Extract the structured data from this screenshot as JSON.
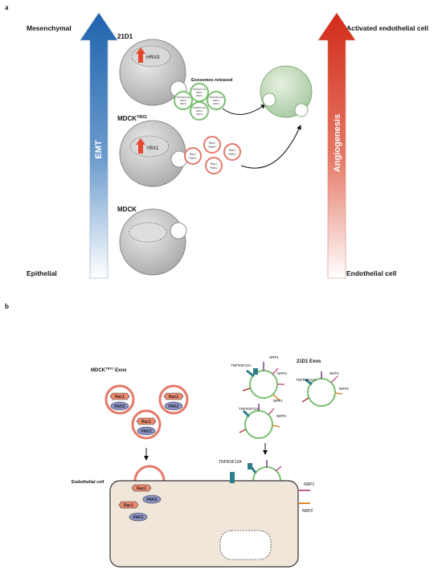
{
  "panel_a": {
    "panel_label": "a",
    "left_top": "Mesenchymal",
    "left_bottom": "Epithelial",
    "left_arrow_label": "EMT",
    "right_top": "Activated endothelial cell",
    "right_bottom": "Endothelial cell",
    "right_arrow_label": "Angiogenesis",
    "cell_21d1": "21D1",
    "cell_21d1_gene": "HRAS",
    "exosomes_released": "Exosomes released",
    "cell_mdck_ybx1_base": "MDCK",
    "cell_mdck_ybx1_sup": "YBX1",
    "cell_mdck_ybx1_gene": "YBX1",
    "cell_mdck": "MDCK",
    "exo_green_lines": [
      "TNFRSF12A",
      "NRP1",
      "NRP2"
    ],
    "exo_red_lines": [
      "Rac1",
      "PAK2"
    ]
  },
  "panel_b": {
    "panel_label": "b",
    "mdck_exos_base": "MDCK",
    "mdck_exos_sup": "YBX1",
    "mdck_exos_rest": " Exos",
    "exos_21d1": "21D1 Exos",
    "rac1": "Rac1",
    "pak2": "PAK2",
    "tnfrsf12a": "TNFRSF12A",
    "nrp1": "NRP1",
    "nrp2": "NRP2",
    "endothelial_cell": "Endothelial cell"
  },
  "colors": {
    "emt_arrow": "#2a6fb5",
    "angio_arrow": "#d63a26",
    "exo_green": "#7bbf72",
    "exo_red": "#e5796a",
    "rac1_fill": "#f08a6e",
    "pak2_fill": "#8c93c9",
    "cell_fill": "#f1e6da"
  }
}
